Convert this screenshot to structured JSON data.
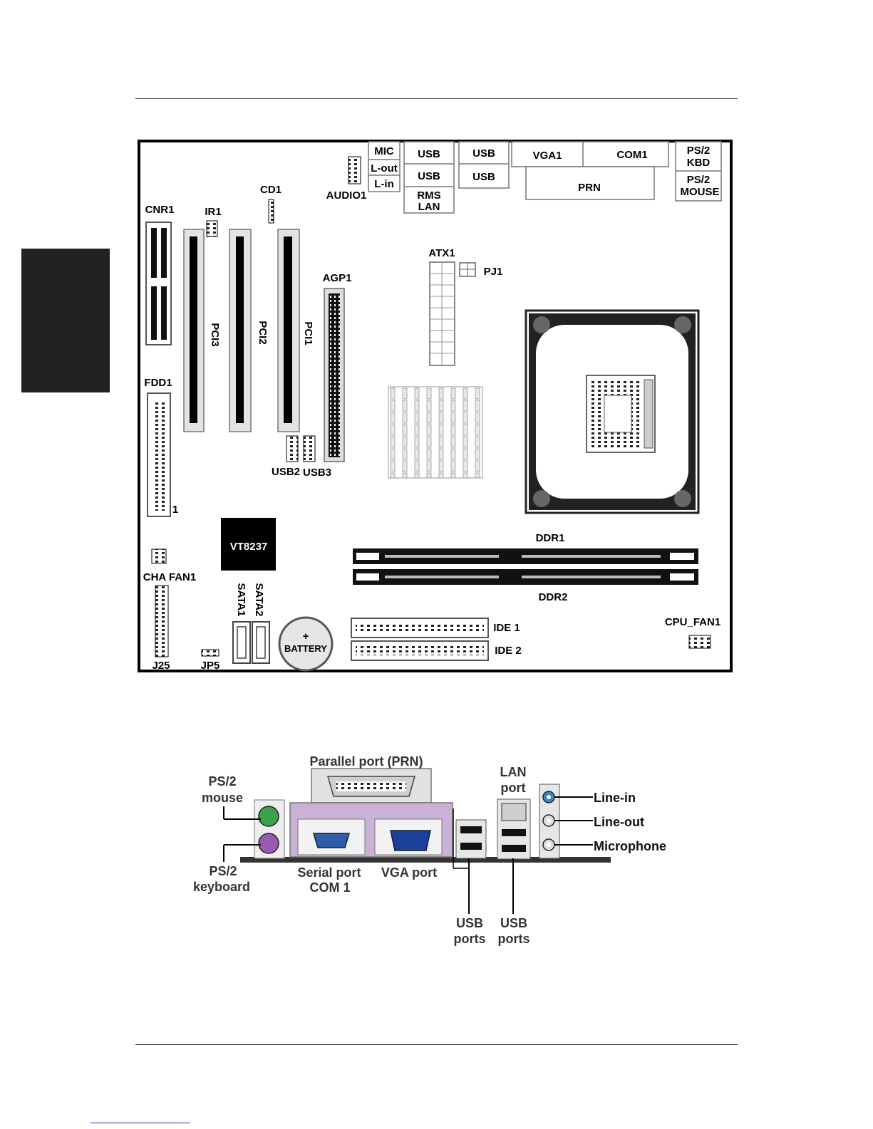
{
  "board": {
    "back_panel": {
      "mic": "MIC",
      "lout": "L-out",
      "lin": "L-in",
      "usb_a": "USB",
      "usb_b": "USB",
      "usb_c": "USB",
      "usb_d": "USB",
      "rms": "RMS",
      "lan": "LAN",
      "vga": "VGA1",
      "com": "COM1",
      "prn": "PRN",
      "ps2kbd_1": "PS/2",
      "ps2kbd_2": "KBD",
      "ps2mouse_1": "PS/2",
      "ps2mouse_2": "MOUSE"
    },
    "headers": {
      "audio": "AUDIO1",
      "cd": "CD1",
      "ir": "IR1",
      "cnr": "CNR1",
      "atx": "ATX1",
      "pj": "PJ1",
      "agp": "AGP1",
      "pci1": "PCI1",
      "pci2": "PCI2",
      "pci3": "PCI3",
      "fdd": "FDD1",
      "fdd_pin": "1",
      "usb2": "USB2",
      "usb3": "USB3",
      "chipset": "VT8237",
      "cha_fan": "CHA FAN1",
      "cpu_fan": "CPU_FAN1",
      "ddr1": "DDR1",
      "ddr2": "DDR2",
      "sata1": "SATA1",
      "sata2": "SATA2",
      "battery_plus": "+",
      "battery": "BATTERY",
      "ide1": "IDE 1",
      "ide2": "IDE 2",
      "j25": "J25",
      "jp5": "JP5",
      "pin1": "1"
    }
  },
  "io_panel": {
    "parallel": "Parallel port (PRN)",
    "lan_1": "LAN",
    "lan_2": "port",
    "ps2_mouse_1": "PS/2",
    "ps2_mouse_2": "mouse",
    "ps2_kbd_1": "PS/2",
    "ps2_kbd_2": "keyboard",
    "serial_1": "Serial port",
    "serial_2": "COM 1",
    "vga": "VGA port",
    "usb1_1": "USB",
    "usb1_2": "ports",
    "usb2_1": "USB",
    "usb2_2": "ports",
    "line_in": "Line-in",
    "line_out": "Line-out",
    "microphone": "Microphone"
  },
  "colors": {
    "ps2_mouse": "#3aa04a",
    "ps2_kbd": "#9a5ab0",
    "port_purple": "#c9b2d6",
    "serial_blue": "#2d5fa8",
    "vga_blue": "#1c3f9a",
    "audio_blue": "#3a86c8"
  }
}
